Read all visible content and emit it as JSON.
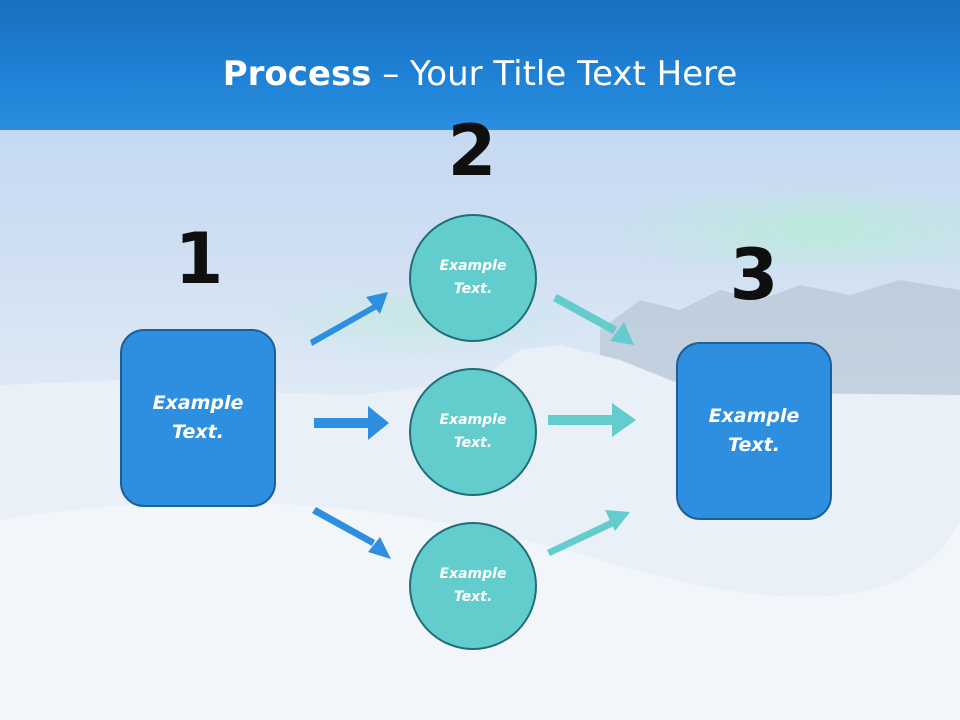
{
  "title": {
    "bold": "Process",
    "rest": " – Your Title Text Here"
  },
  "steps": [
    {
      "number": "1",
      "box_text": "Example Text."
    },
    {
      "number": "2",
      "circles": [
        "Example Text.",
        "Example Text.",
        "Example Text."
      ]
    },
    {
      "number": "3",
      "box_text": "Example Text."
    }
  ],
  "colors": {
    "title_bar": "#1f82d6",
    "box_fill": "#2e8fe0",
    "circle_fill": "#63cccc",
    "arrow_left": "#2e8fe0",
    "arrow_right": "#63cccc"
  }
}
